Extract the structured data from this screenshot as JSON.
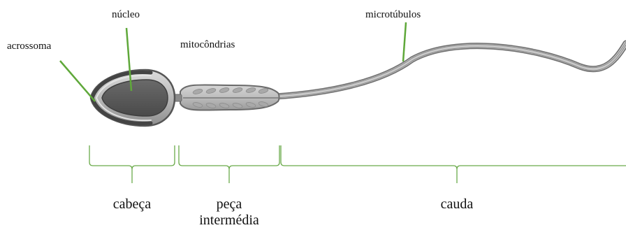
{
  "labels": {
    "nucleo": "núcleo",
    "acrossoma": "acrossoma",
    "mitocondrias": "mitocôndrias",
    "microtubulos": "microtúbulos"
  },
  "regions": {
    "cabeca": "cabeça",
    "peca_line1": "peça",
    "peca_line2": "intermédia",
    "cauda": "cauda"
  },
  "colors": {
    "leader_line": "#5fa83a",
    "bracket": "#6aaa4a",
    "cell_outline": "#555555",
    "nucleus_fill": "#585858",
    "body_fill": "#b8b8b8"
  }
}
